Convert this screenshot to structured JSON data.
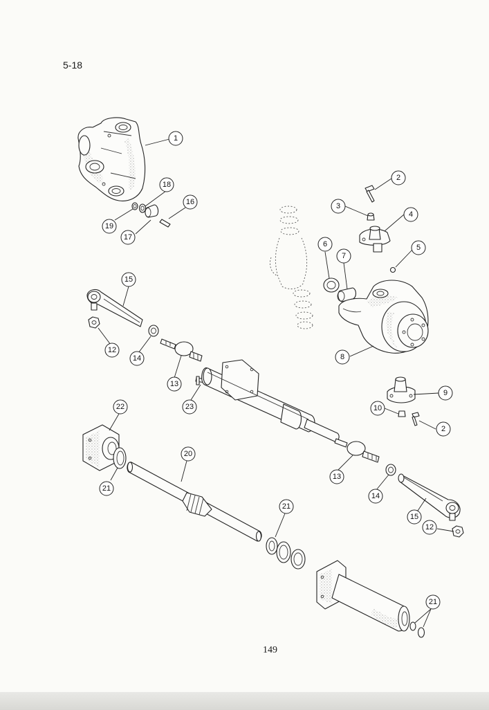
{
  "page": {
    "section_number": "5-18",
    "page_number": "149"
  },
  "callouts": [
    {
      "id": "c1",
      "label": "1"
    },
    {
      "id": "c2a",
      "label": "2"
    },
    {
      "id": "c3",
      "label": "3"
    },
    {
      "id": "c4",
      "label": "4"
    },
    {
      "id": "c5",
      "label": "5"
    },
    {
      "id": "c6",
      "label": "6"
    },
    {
      "id": "c7",
      "label": "7"
    },
    {
      "id": "c8",
      "label": "8"
    },
    {
      "id": "c9",
      "label": "9"
    },
    {
      "id": "c10",
      "label": "10"
    },
    {
      "id": "c2b",
      "label": "2"
    },
    {
      "id": "c12a",
      "label": "12"
    },
    {
      "id": "c13a",
      "label": "13"
    },
    {
      "id": "c13b",
      "label": "13"
    },
    {
      "id": "c14a",
      "label": "14"
    },
    {
      "id": "c14b",
      "label": "14"
    },
    {
      "id": "c15a",
      "label": "15"
    },
    {
      "id": "c15b",
      "label": "15"
    },
    {
      "id": "c12b",
      "label": "12"
    },
    {
      "id": "c16",
      "label": "16"
    },
    {
      "id": "c17",
      "label": "17"
    },
    {
      "id": "c18",
      "label": "18"
    },
    {
      "id": "c19",
      "label": "19"
    },
    {
      "id": "c20",
      "label": "20"
    },
    {
      "id": "c21a",
      "label": "21"
    },
    {
      "id": "c21b",
      "label": "21"
    },
    {
      "id": "c21c",
      "label": "21"
    },
    {
      "id": "c22",
      "label": "22"
    },
    {
      "id": "c23",
      "label": "23"
    }
  ]
}
